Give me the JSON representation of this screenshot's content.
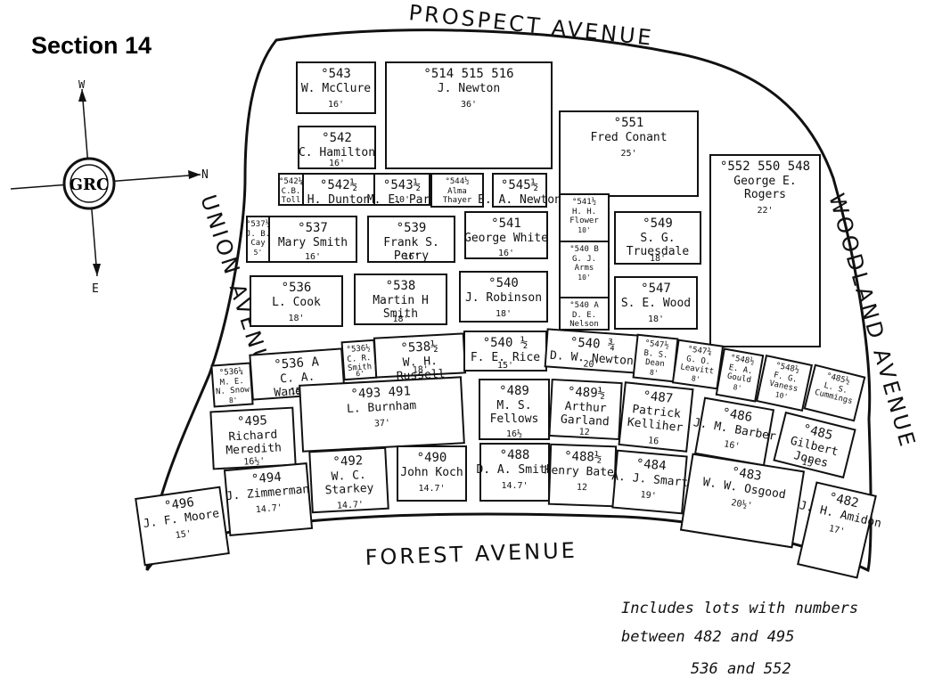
{
  "title": "Section 14",
  "compass": {
    "w": "W",
    "n": "N",
    "e": "E",
    "logo": "GRC"
  },
  "streets": {
    "prospect": "PROSPECT AVENUE",
    "forest": "FOREST AVENUE",
    "union": "UNION AVENUE",
    "woodland": "WOODLAND AVENUE"
  },
  "note": {
    "line1": "Includes lots with numbers",
    "line2": "between 482 and 495",
    "line3": "536 and 552"
  },
  "lots": [
    {
      "id": "l543",
      "num": "543",
      "name": "W. McClure",
      "dim": "16'"
    },
    {
      "id": "l514",
      "num": "514 515 516",
      "name": "J. Newton",
      "dim": "36'"
    },
    {
      "id": "l542",
      "num": "542",
      "name": "C. Hamilton",
      "dim": "16'"
    },
    {
      "id": "l551",
      "num": "551",
      "name": "Fred Conant",
      "dim": "25'"
    },
    {
      "id": "l542q",
      "num": "542¼",
      "name": "C.B. Toll",
      "dim": ""
    },
    {
      "id": "l542b",
      "num": "542½",
      "name": "H. Dunton",
      "dim": ""
    },
    {
      "id": "l543b",
      "num": "543½",
      "name": "M. E. Park",
      "dim": "10'"
    },
    {
      "id": "l544",
      "num": "544½",
      "name": "Alma Thayer",
      "dim": ""
    },
    {
      "id": "l545",
      "num": "545½",
      "name": "E. A. Newton",
      "dim": ""
    },
    {
      "id": "l552",
      "num": "552 550 548",
      "name": "George E. Rogers",
      "dim": "22'"
    },
    {
      "id": "l537b",
      "num": "537½",
      "name": "J. B. Cay",
      "dim": "5'"
    },
    {
      "id": "l537",
      "num": "537",
      "name": "Mary Smith",
      "dim": "16'"
    },
    {
      "id": "l539",
      "num": "539",
      "name": "Frank S. Perry",
      "dim": "16'"
    },
    {
      "id": "l541",
      "num": "541",
      "name": "George White",
      "dim": "16'"
    },
    {
      "id": "l541b",
      "num": "541½",
      "name": "H. H. Flower",
      "dim": "10'"
    },
    {
      "id": "l549",
      "num": "549",
      "name": "S. G. Truesdale",
      "dim": "18'"
    },
    {
      "id": "l540b",
      "num": "540 B",
      "name": "G. J. Arms",
      "dim": "10'"
    },
    {
      "id": "l536",
      "num": "536",
      "name": "L. Cook",
      "dim": "18'"
    },
    {
      "id": "l538",
      "num": "538",
      "name": "Martin H Smith",
      "dim": "18'"
    },
    {
      "id": "l540",
      "num": "540",
      "name": "J. Robinson",
      "dim": "18'"
    },
    {
      "id": "l540a",
      "num": "540 A",
      "name": "D. E. Nelson",
      "dim": ""
    },
    {
      "id": "l547",
      "num": "547",
      "name": "S. E. Wood",
      "dim": "18'"
    },
    {
      "id": "l536q",
      "num": "536¼",
      "name": "M. E. N. Snow",
      "dim": "8'"
    },
    {
      "id": "l536a",
      "num": "536 A",
      "name": "C. A. Wanegar",
      "dim": "15'"
    },
    {
      "id": "l536b",
      "num": "536½",
      "name": "C. R. Smith",
      "dim": "6'"
    },
    {
      "id": "l538b",
      "num": "538½",
      "name": "W. H. Russell",
      "dim": "18'"
    },
    {
      "id": "l540h",
      "num": "540 ½",
      "name": "F. E. Rice",
      "dim": "15'"
    },
    {
      "id": "l540q",
      "num": "540 ¾",
      "name": "D. W. Newton",
      "dim": "20'"
    },
    {
      "id": "l547a",
      "num": "547½",
      "name": "B. S. Dean",
      "dim": "8'"
    },
    {
      "id": "l547b",
      "num": "547¾",
      "name": "G. O. Leavitt",
      "dim": "8'"
    },
    {
      "id": "l548b",
      "num": "548½",
      "name": "E. A. Gould",
      "dim": "8'"
    },
    {
      "id": "l548c",
      "num": "548½",
      "name": "F. G. Vaness",
      "dim": "10'"
    },
    {
      "id": "l485b",
      "num": "485½",
      "name": "L. S. Cummings",
      "dim": ""
    },
    {
      "id": "l495",
      "num": "495",
      "name": "Richard Meredith",
      "dim": "16½'"
    },
    {
      "id": "l493",
      "num": "493 491",
      "name": "L. Burnham",
      "dim": "37'"
    },
    {
      "id": "l489",
      "num": "489",
      "name": "M. S. Fellows",
      "dim": "16½"
    },
    {
      "id": "l489b",
      "num": "489½",
      "name": "Arthur Garland",
      "dim": "12"
    },
    {
      "id": "l487",
      "num": "487",
      "name": "Patrick Kelliher",
      "dim": "16"
    },
    {
      "id": "l486",
      "num": "486",
      "name": "J. M. Barber",
      "dim": "16'"
    },
    {
      "id": "l485",
      "num": "485",
      "name": "Gilbert Jones",
      "dim": "15'"
    },
    {
      "id": "l494",
      "num": "494",
      "name": "J. Zimmerman",
      "dim": "14.7'"
    },
    {
      "id": "l492",
      "num": "492",
      "name": "W. C. Starkey",
      "dim": "14.7'"
    },
    {
      "id": "l490",
      "num": "490",
      "name": "John Koch",
      "dim": "14.7'"
    },
    {
      "id": "l488",
      "num": "488",
      "name": "D. A. Smith",
      "dim": "14.7'"
    },
    {
      "id": "l488b",
      "num": "488½",
      "name": "Henry Bates",
      "dim": "12"
    },
    {
      "id": "l484",
      "num": "484",
      "name": "A. J. Smart",
      "dim": "19'"
    },
    {
      "id": "l483",
      "num": "483",
      "name": "W. W. Osgood",
      "dim": "20½'"
    },
    {
      "id": "l496",
      "num": "496",
      "name": "J. F. Moore",
      "dim": "15'"
    },
    {
      "id": "l482",
      "num": "482",
      "name": "J. H. Amidon",
      "dim": "17'"
    }
  ]
}
